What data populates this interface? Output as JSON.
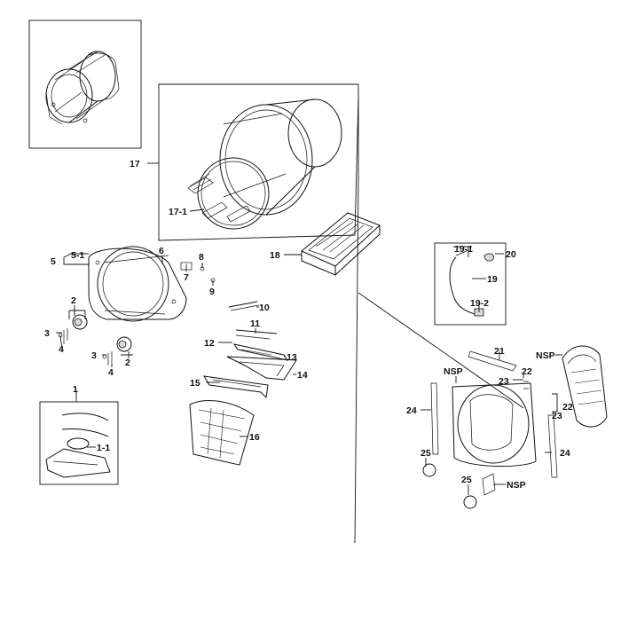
{
  "labels": {
    "p1": "1",
    "p1_1": "1-1",
    "p2a": "2",
    "p2b": "2",
    "p3a": "3",
    "p3b": "3",
    "p4a": "4",
    "p4b": "4",
    "p5": "5",
    "p5_1": "5-1",
    "p6": "6",
    "p7": "7",
    "p8": "8",
    "p9": "9",
    "p10": "10",
    "p11": "11",
    "p12": "12",
    "p13": "13",
    "p14": "14",
    "p15": "15",
    "p16": "16",
    "p17": "17",
    "p17_1": "17-1",
    "p18": "18",
    "p19": "19",
    "p19_1": "19-1",
    "p19_2": "19-2",
    "p20": "20",
    "p21": "21",
    "p22a": "22",
    "p22b": "22",
    "p23a": "23",
    "p23b": "23",
    "p24a": "24",
    "p24b": "24",
    "p25a": "25",
    "p25b": "25",
    "nsp_a": "NSP",
    "nsp_b": "NSP",
    "nsp_c": "NSP"
  },
  "colors": {
    "line": "#111111",
    "background": "#ffffff",
    "shade": "#d9d9d9"
  }
}
